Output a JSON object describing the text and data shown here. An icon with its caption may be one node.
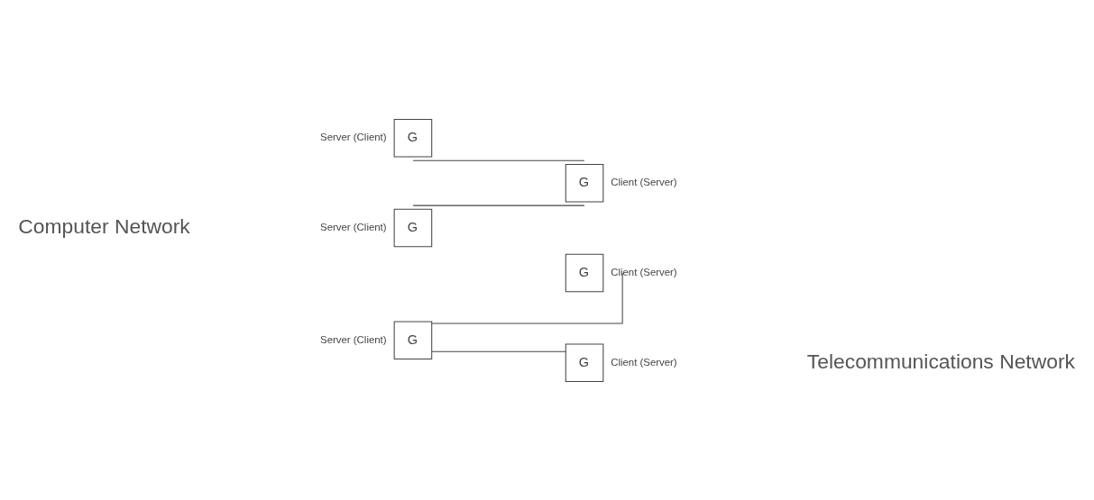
{
  "diagram": {
    "nodes": [
      {
        "text": [
          "G"
        ],
        "beside": [
          "Client (Server)"
        ]
      },
      {
        "text": [
          "G"
        ],
        "beside": [
          "Server (Client)"
        ]
      },
      {
        "text": [
          "G"
        ],
        "beside": [
          "Client (Server)"
        ]
      },
      {
        "text": [
          "G"
        ],
        "beside": [
          "Server (Client)"
        ]
      },
      {
        "text": [
          "G"
        ],
        "beside": [
          "Client (Server)"
        ]
      },
      {
        "text": [
          "G"
        ],
        "beside": [
          "Server (Client)"
        ]
      }
    ],
    "edges": [
      {
        "from": 1,
        "to": 0,
        "arrow": "none"
      },
      {
        "from": 1,
        "to": 2,
        "arrow": "none"
      },
      {
        "from": 3,
        "to": 4,
        "arrow": "none"
      },
      {
        "from": 5,
        "to": 4,
        "arrow": "none"
      }
    ],
    "labels": [
      "Computer Network",
      "Telecommunications Network"
    ]
  }
}
